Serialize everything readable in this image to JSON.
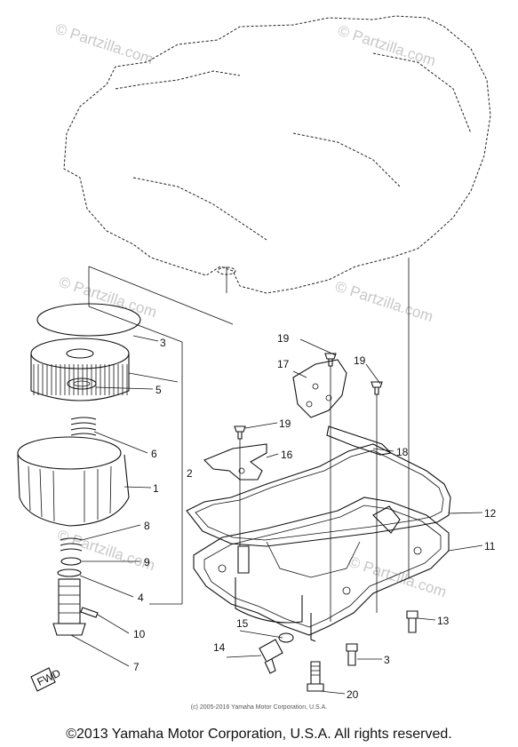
{
  "watermark": "© Partzilla.com",
  "small_credit": "(c) 2005-2016 Yamaha Motor Corporation, U.S.A.",
  "copyright": "©2013 Yamaha Motor Corporation, U.S.A. All rights reserved.",
  "front_marker": "FWD",
  "callouts": [
    "1",
    "2",
    "3",
    "4",
    "5",
    "6",
    "7",
    "8",
    "9",
    "10",
    "11",
    "12",
    "13",
    "14",
    "15",
    "16",
    "17",
    "18",
    "19",
    "19",
    "19",
    "20"
  ]
}
